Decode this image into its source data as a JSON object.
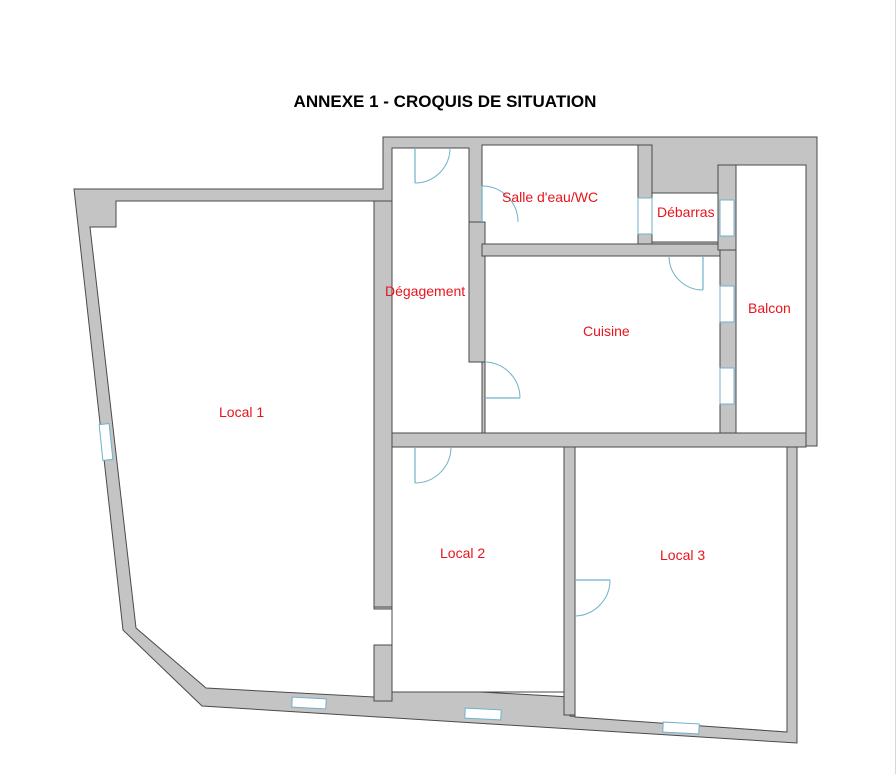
{
  "title": "ANNEXE 1 - CROQUIS DE SITUATION",
  "rooms": {
    "local1": "Local 1",
    "local2": "Local 2",
    "local3": "Local 3",
    "degagement": "Dégagement",
    "salle_eau": "Salle d'eau/WC",
    "debarras": "Débarras",
    "cuisine": "Cuisine",
    "balcon": "Balcon"
  },
  "colors": {
    "wall_fill": "#c4c4c4",
    "wall_stroke": "#4a4a4a",
    "label": "#e8141c",
    "window": "#6fb2c9"
  }
}
